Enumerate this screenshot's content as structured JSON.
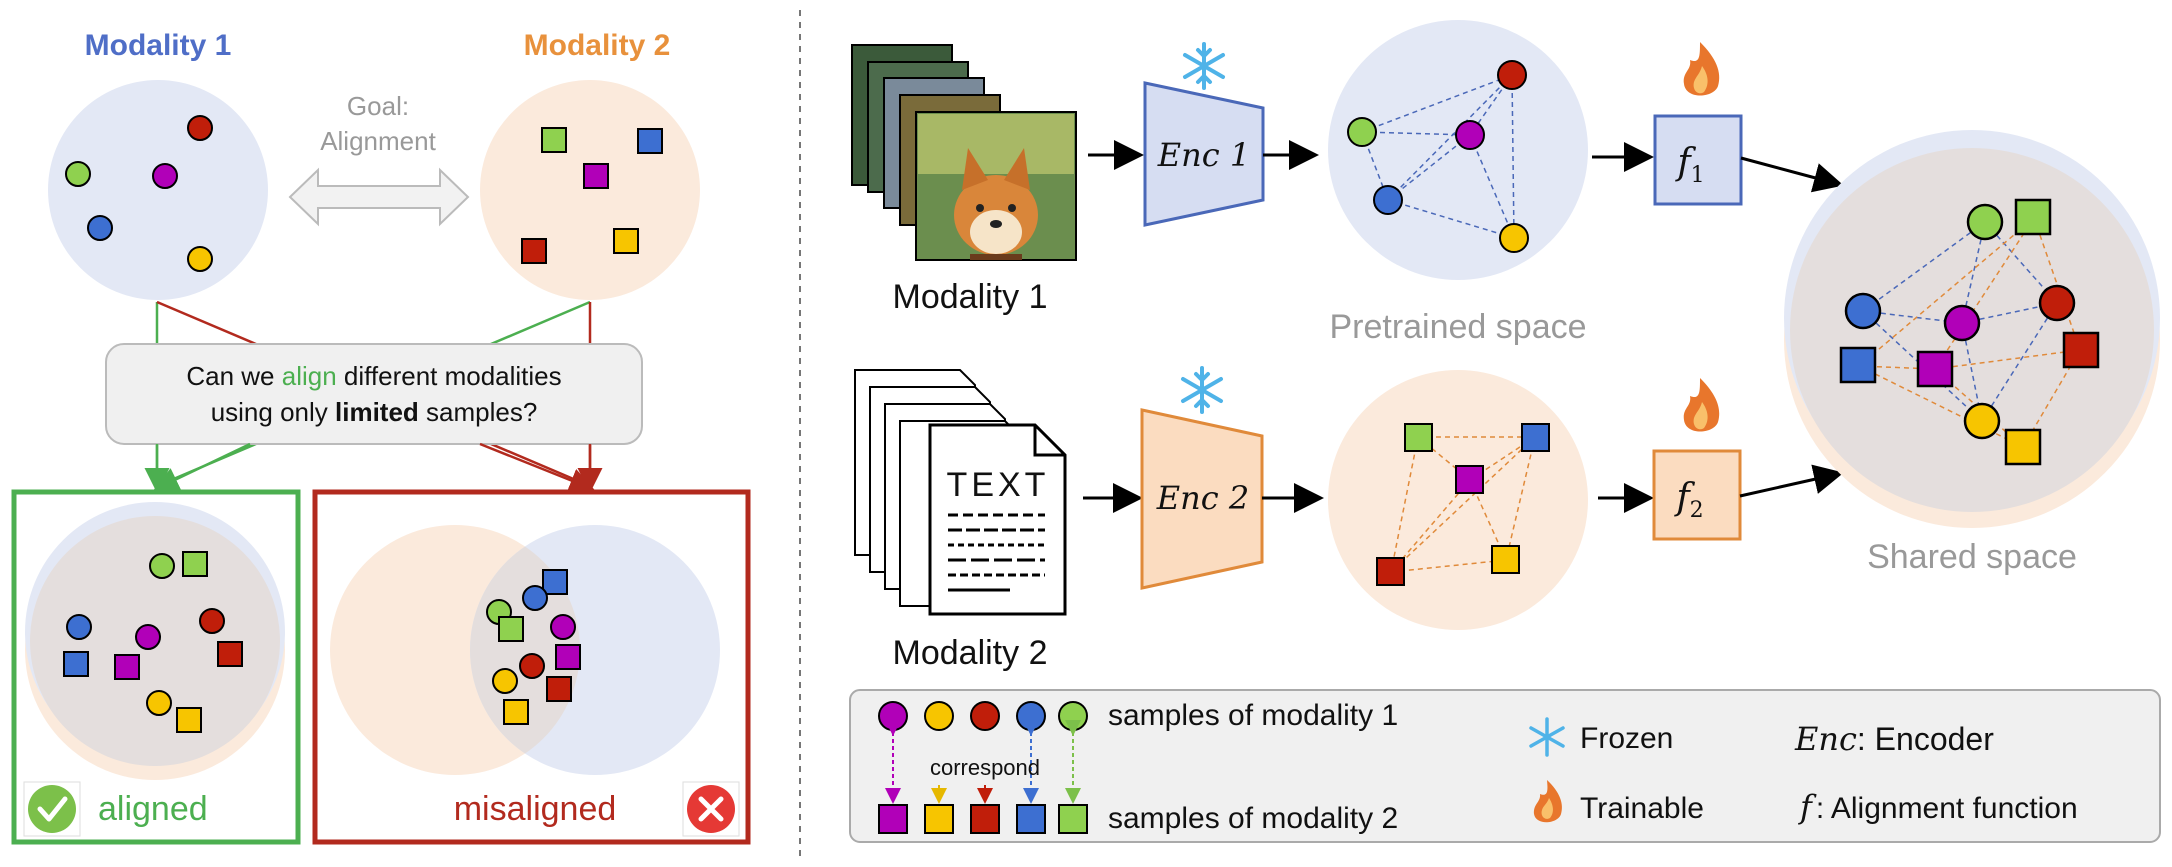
{
  "left_panel": {
    "modality1_title": "Modality 1",
    "modality2_title": "Modality 2",
    "goal_line1": "Goal:",
    "goal_line2": "Alignment",
    "question_part1": "Can we ",
    "question_align": "align",
    "question_part2": " different modalities",
    "question_line2_part1": "using only ",
    "question_limited": "limited",
    "question_line2_part2": " samples?",
    "aligned_label": "aligned",
    "misaligned_label": "misaligned"
  },
  "right_panel": {
    "modality1_label": "Modality 1",
    "modality2_label": "Modality 2",
    "enc1_label": "Enc 1",
    "enc2_label": "Enc 2",
    "f1_label": "f",
    "f1_sub": "1",
    "f2_label": "f",
    "f2_sub": "2",
    "doc_text": "TEXT",
    "pretrained_space_label": "Pretrained space",
    "shared_space_label": "Shared space"
  },
  "legend": {
    "samples_m1": "samples of modality 1",
    "samples_m2": "samples of modality 2",
    "correspond": "correspond",
    "frozen": "Frozen",
    "trainable": "Trainable",
    "enc_def_symbol": "Enc",
    "enc_def_text": ": Encoder",
    "f_def_symbol": "f",
    "f_def_text": ": Alignment function"
  },
  "colors": {
    "blue_title": "#4f6ec7",
    "orange_title": "#e8913c",
    "green": "#4caf50",
    "red": "#b22a1e",
    "blue_space": "#e3e8f5",
    "orange_space": "#fbeadc",
    "purple": "#b100b8",
    "yellow": "#f7c500",
    "dark_red": "#c01e0a",
    "mid_blue": "#3d6fd1",
    "light_green": "#8fd14f"
  },
  "icons": [
    "snowflake-icon",
    "flame-icon",
    "checkmark-icon",
    "cross-icon",
    "dog-photo-icon",
    "text-document-icon"
  ]
}
